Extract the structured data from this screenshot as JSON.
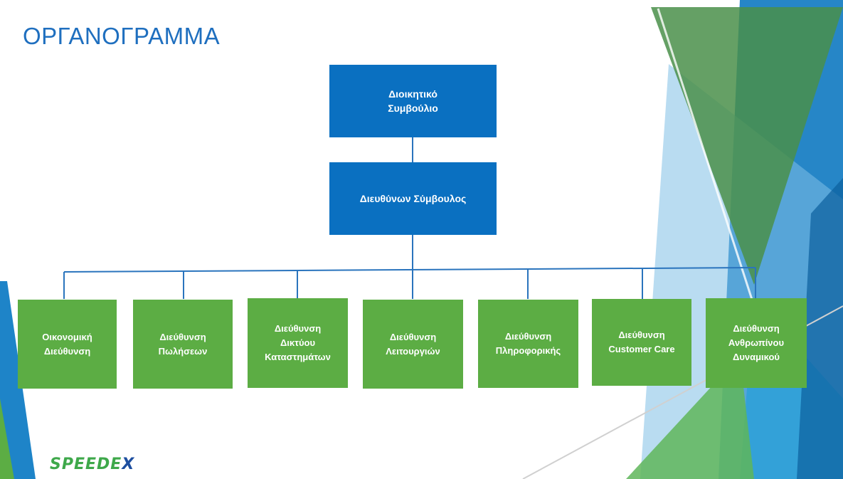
{
  "title": "ΟΡΓΑΝΟΓΡΑΜΜΑ",
  "colors": {
    "blue": "#0a70c1",
    "green": "#5cad44",
    "title": "#1f6fbf",
    "connector": "#2a74bd"
  },
  "top_nodes": [
    {
      "label": "Διοικητικό\nΣυμβούλιο"
    },
    {
      "label": "Διευθύνων Σύμβουλος"
    }
  ],
  "departments": [
    {
      "label": "Οικονομική\nΔιεύθυνση"
    },
    {
      "label": "Διεύθυνση\nΠωλήσεων"
    },
    {
      "label": "Διεύθυνση\nΔικτύου\nΚαταστημάτων"
    },
    {
      "label": "Διεύθυνση\nΛειτουργιών"
    },
    {
      "label": "Διεύθυνση\nΠληροφορικής"
    },
    {
      "label": "Διεύθυνση\nCustomer Care"
    },
    {
      "label": "Διεύθυνση\nΑνθρωπίνου\nΔυναμικού"
    }
  ],
  "logo": {
    "main": "SPEEDE",
    "accent": "X"
  }
}
